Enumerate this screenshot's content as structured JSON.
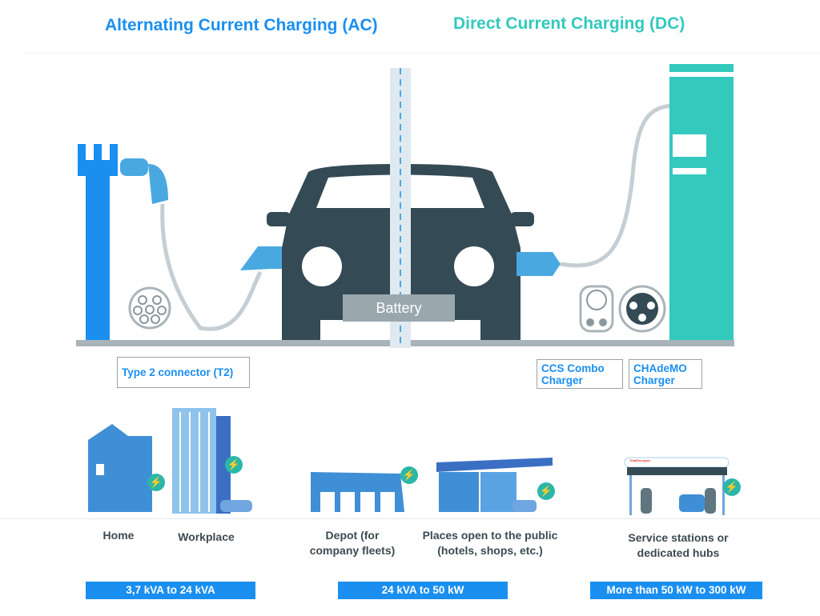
{
  "titles": {
    "ac": "Alternating Current Charging (AC)",
    "dc": "Direct Current Charging (DC)"
  },
  "car": {
    "battery_label": "Battery"
  },
  "connectors": {
    "t2": "Type 2 connector (T2)",
    "ccs": "CCS Combo Charger",
    "chademo": "CHAdeMO Charger"
  },
  "locations": [
    {
      "label": "Home"
    },
    {
      "label": "Workplace"
    },
    {
      "label": "Depot (for company fleets)"
    },
    {
      "label": "Places open to the public (hotels, shops, etc.)"
    },
    {
      "label": "Service stations or dedicated hubs"
    }
  ],
  "power_ranges": [
    "3,7 kVA to 24 kVA",
    "24 kVA to 50 kW",
    "More than 50 kW  to 300 kW"
  ],
  "station_logo": "TotalEnergies",
  "colors": {
    "ac": "#1a8ff0",
    "dc": "#33c9bd",
    "car": "#344a55",
    "ground": "#a9b4ba"
  }
}
